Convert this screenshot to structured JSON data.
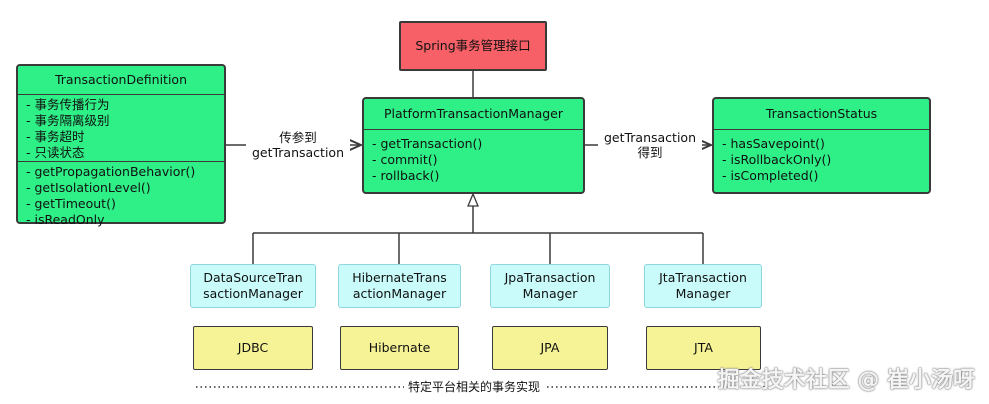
{
  "spring_interface": {
    "label": "Spring事务管理接口"
  },
  "definition": {
    "title": "TransactionDefinition",
    "attributes": [
      "- 事务传播行为",
      "- 事务隔离级别",
      "- 事务超时",
      "- 只读状态"
    ],
    "methods": [
      "- getPropagationBehavior()",
      "- getIsolationLevel()",
      "- getTimeout()",
      "- isReadOnly"
    ]
  },
  "manager": {
    "title": "PlatformTransactionManager",
    "methods": [
      "- getTransaction()",
      "- commit()",
      "- rollback()"
    ]
  },
  "status": {
    "title": "TransactionStatus",
    "methods": [
      "- hasSavepoint()",
      "- isRollbackOnly()",
      "- isCompleted()"
    ]
  },
  "edge_labels": {
    "left_line1": "传参到",
    "left_line2": "getTransaction",
    "right_line1": "getTransaction",
    "right_line2": "得到"
  },
  "implementations": [
    {
      "line1": "DataSourceTran",
      "line2": "sactionManager",
      "platform": "JDBC"
    },
    {
      "line1": "HibernateTrans",
      "line2": "actionManager",
      "platform": "Hibernate"
    },
    {
      "line1": "JpaTransaction",
      "line2": "Manager",
      "platform": "JPA"
    },
    {
      "line1": "JtaTransaction",
      "line2": "Manager",
      "platform": "JTA"
    }
  ],
  "footer": {
    "label": "特定平台相关的事务实现"
  },
  "watermark": {
    "text": "掘金技术社区 @ 崔小汤呀"
  },
  "colors": {
    "green": "#2ef087",
    "red": "#f76067",
    "cyan": "#c9fbfb",
    "yellow": "#f6f396",
    "line": "#3a3a3a"
  }
}
